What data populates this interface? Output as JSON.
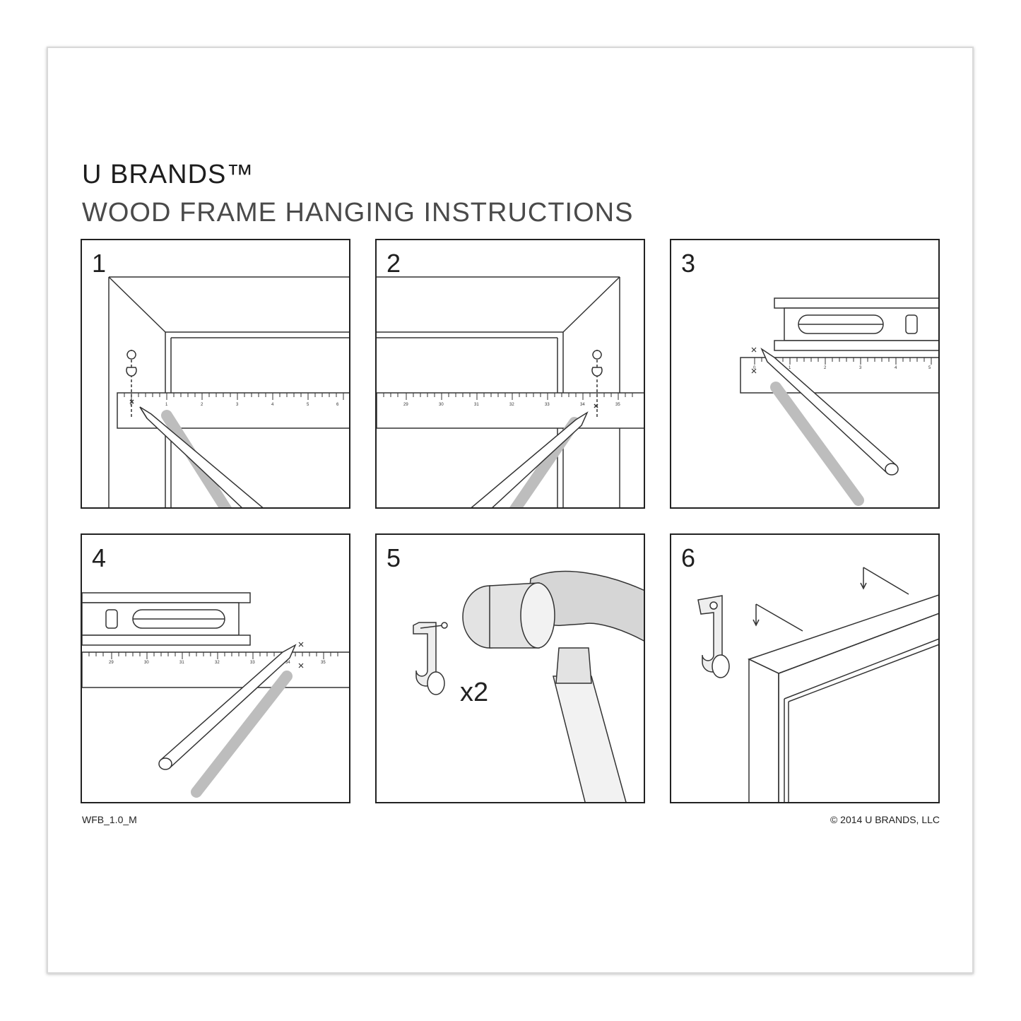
{
  "header": {
    "brand": "U BRANDS™",
    "subtitle": "WOOD FRAME HANGING INSTRUCTIONS"
  },
  "steps": [
    {
      "number": "1"
    },
    {
      "number": "2"
    },
    {
      "number": "3"
    },
    {
      "number": "4"
    },
    {
      "number": "5",
      "quantity_label": "x2"
    },
    {
      "number": "6"
    }
  ],
  "footer": {
    "doc_code": "WFB_1.0_M",
    "copyright": "© 2014 U BRANDS, LLC"
  },
  "ruler_labels": {
    "step1": [
      "0",
      "1",
      "2",
      "3",
      "4",
      "5",
      "6"
    ],
    "step2": [
      "29",
      "30",
      "31",
      "32",
      "33",
      "34",
      "35"
    ],
    "step3": [
      "0",
      "1",
      "2",
      "3",
      "4",
      "5"
    ],
    "step4": [
      "29",
      "30",
      "31",
      "32",
      "33",
      "34",
      "35"
    ]
  }
}
